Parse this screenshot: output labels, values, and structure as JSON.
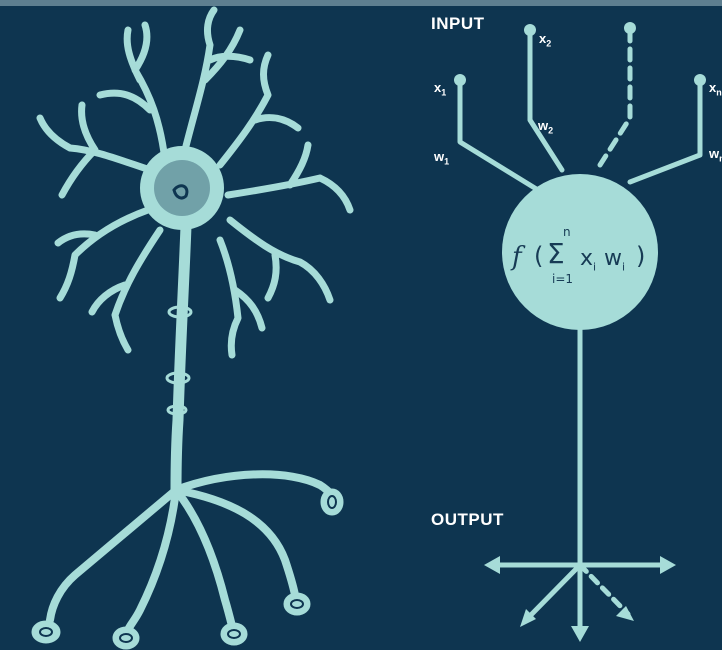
{
  "diagram": {
    "input_label": "INPUT",
    "output_label": "OUTPUT",
    "inputs": [
      {
        "var": "x",
        "sub": "1",
        "weight": "w",
        "weight_sub": "1"
      },
      {
        "var": "x",
        "sub": "2",
        "weight": "w",
        "weight_sub": "2"
      },
      {
        "var": "x",
        "sub": "n",
        "weight": "w",
        "weight_sub": "n"
      }
    ],
    "formula": {
      "func": "f",
      "open": "(",
      "sigma": "Σ",
      "upper": "n",
      "lower": "i=1",
      "term1": "x",
      "term1_sub": "i",
      "term2": "w",
      "term2_sub": "i",
      "close": ")"
    },
    "colors": {
      "background": "#0e3550",
      "accent": "#a6dcd8",
      "text": "#ffffff"
    }
  }
}
